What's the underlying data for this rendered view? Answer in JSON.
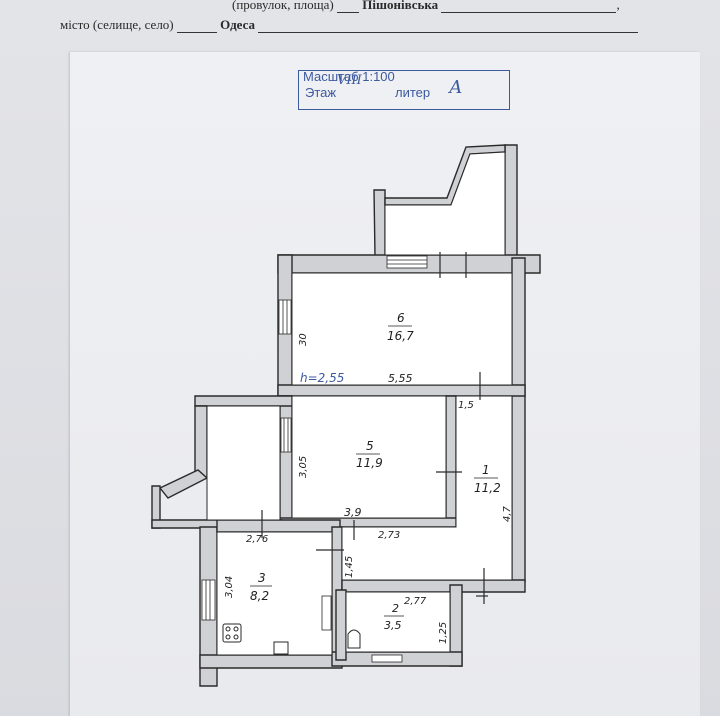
{
  "header": {
    "street_hint": "(провулок, площа)",
    "street_value": "Пішонівська",
    "city_caption": "місто (селище, село)",
    "city_value": "Одеса"
  },
  "stamp": {
    "scale_text": "Масштаб 1:100",
    "floor_label": "Этаж",
    "floor_value": "VIII",
    "letter_label": "литер",
    "letter_value": "А"
  },
  "plan": {
    "height_note": "h=2,55",
    "rooms": [
      {
        "number": "6",
        "area": "16,7"
      },
      {
        "number": "5",
        "area": "11,9"
      },
      {
        "number": "1",
        "area": "11,2"
      },
      {
        "number": "3",
        "area": "8,2"
      },
      {
        "number": "2",
        "area": "3,5"
      }
    ],
    "dimensions": [
      "30",
      "5,55",
      "1,5",
      "3,05",
      "3,9",
      "4,7",
      "2,76",
      "2,73",
      "1,45",
      "3,04",
      "2,77",
      "1,25"
    ]
  },
  "colors": {
    "ink": "#2a2a2a",
    "stamp": "#3d5a9e",
    "wall": "#cfd0d4"
  }
}
